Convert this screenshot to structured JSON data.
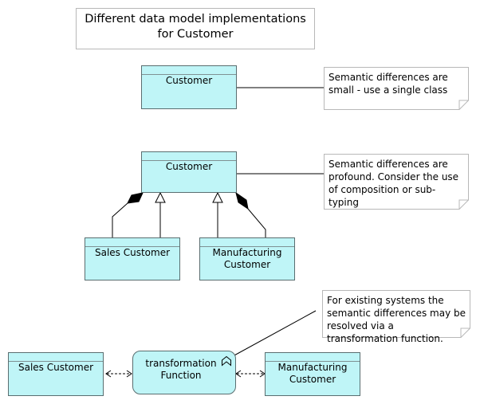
{
  "title": "Different data model implementations for Customer",
  "section1": {
    "class_name": "Customer",
    "note": "Semantic differences are small - use a single class"
  },
  "section2": {
    "parent_class": "Customer",
    "child_left": "Sales Customer",
    "child_right": "Manufacturing Customer",
    "note": "Semantic differences are profound. Consider the use of composition or sub-typing"
  },
  "section3": {
    "left_class": "Sales Customer",
    "function": "transformation Function",
    "right_class": "Manufacturing Customer",
    "note": "For existing systems the semantic differences may be resolved via a transformation function."
  },
  "colors": {
    "class_fill": "#bff5f7",
    "class_border": "#5a6e70",
    "note_border": "#b8b8b8"
  },
  "icons": {
    "function": "function-chevron-icon",
    "composition": "filled-diamond-icon",
    "generalization": "hollow-triangle-icon"
  }
}
